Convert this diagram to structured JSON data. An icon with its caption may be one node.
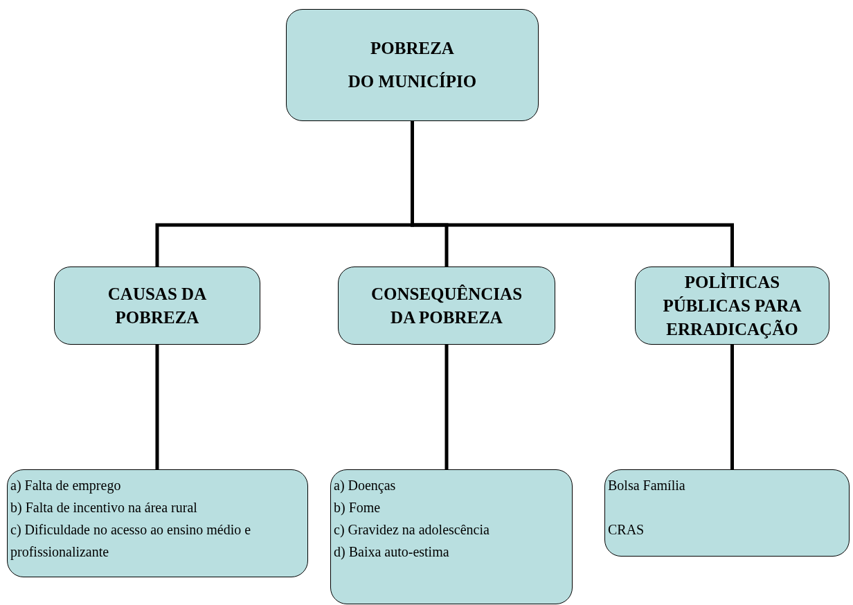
{
  "diagram": {
    "nodes": [
      {
        "text": [
          "POBREZA",
          "DO MUNICÍPIO"
        ]
      },
      {
        "text": [
          "CAUSAS DA POBREZA"
        ]
      },
      {
        "text": [
          "CONSEQUÊNCIAS DA POBREZA"
        ]
      },
      {
        "text": [
          "POLÌTICAS PÚBLICAS PARA ERRADICAÇÃO"
        ]
      },
      {
        "text": [
          "a) Falta de emprego",
          "b) Falta de incentivo na área rural",
          "c) Dificuldade no acesso ao ensino médio e profissionalizante"
        ]
      },
      {
        "text": [
          "a) Doenças",
          "b) Fome",
          "c) Gravidez na adolescência",
          "d) Baixa auto-estima"
        ]
      },
      {
        "text": [
          "Bolsa Família",
          "CRAS"
        ]
      }
    ],
    "edges": [
      {
        "from": 0,
        "to": 1,
        "arrow": "none"
      },
      {
        "from": 0,
        "to": 2,
        "arrow": "none"
      },
      {
        "from": 0,
        "to": 3,
        "arrow": "none"
      },
      {
        "from": 1,
        "to": 4,
        "arrow": "none"
      },
      {
        "from": 2,
        "to": 5,
        "arrow": "none"
      },
      {
        "from": 3,
        "to": 6,
        "arrow": "none"
      }
    ]
  }
}
